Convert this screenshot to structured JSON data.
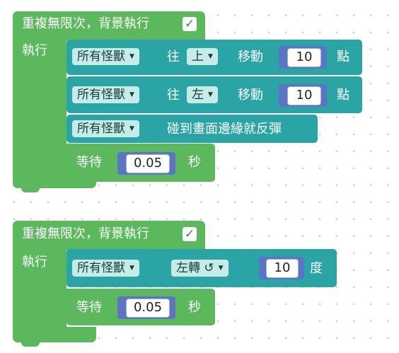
{
  "blocks": [
    {
      "header": "重複無限次，背景執行",
      "check": "✓",
      "do_label": "執行",
      "statements": [
        {
          "target": "所有怪獸",
          "word1": "往",
          "dir": "上",
          "word2": "移動",
          "value": "10",
          "unit": "點"
        },
        {
          "target": "所有怪獸",
          "word1": "往",
          "dir": "左",
          "word2": "移動",
          "value": "10",
          "unit": "點"
        },
        {
          "target": "所有怪獸",
          "action": "碰到畫面邊緣就反彈"
        }
      ],
      "wait": {
        "label": "等待",
        "value": "0.05",
        "unit": "秒"
      }
    },
    {
      "header": "重複無限次，背景執行",
      "check": "✓",
      "do_label": "執行",
      "statements": [
        {
          "target": "所有怪獸",
          "turn": "左轉 ↺",
          "value": "10",
          "unit": "度"
        }
      ],
      "wait": {
        "label": "等待",
        "value": "0.05",
        "unit": "秒"
      }
    }
  ]
}
